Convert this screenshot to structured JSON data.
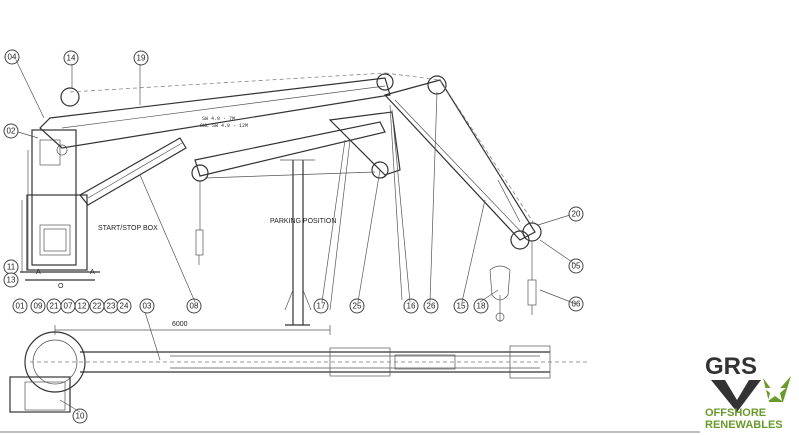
{
  "callouts": [
    {
      "id": "04"
    },
    {
      "id": "14"
    },
    {
      "id": "19"
    },
    {
      "id": "02"
    },
    {
      "id": "11"
    },
    {
      "id": "13"
    },
    {
      "id": "01"
    },
    {
      "id": "09"
    },
    {
      "id": "21"
    },
    {
      "id": "07"
    },
    {
      "id": "12"
    },
    {
      "id": "22"
    },
    {
      "id": "23"
    },
    {
      "id": "24"
    },
    {
      "id": "03"
    },
    {
      "id": "08"
    },
    {
      "id": "17"
    },
    {
      "id": "25"
    },
    {
      "id": "16"
    },
    {
      "id": "26"
    },
    {
      "id": "15"
    },
    {
      "id": "18"
    },
    {
      "id": "20"
    },
    {
      "id": "05"
    },
    {
      "id": "06"
    },
    {
      "id": "10"
    }
  ],
  "labels": {
    "start_stop": "START/STOP BOX",
    "parking": "PARKING POSITION",
    "dimension": "6000",
    "swl_1": "SW 4.0 - 7M",
    "swl_2": "SWL SW 4.0 - 12M",
    "marker_a1": "A",
    "marker_a2": "A",
    "marker_o": "O"
  },
  "logo": {
    "text": "GRS",
    "line1": "OFFSHORE",
    "line2": "RENEWABLES",
    "colors": {
      "dark": "#333333",
      "green": "#6a9a2c"
    }
  }
}
